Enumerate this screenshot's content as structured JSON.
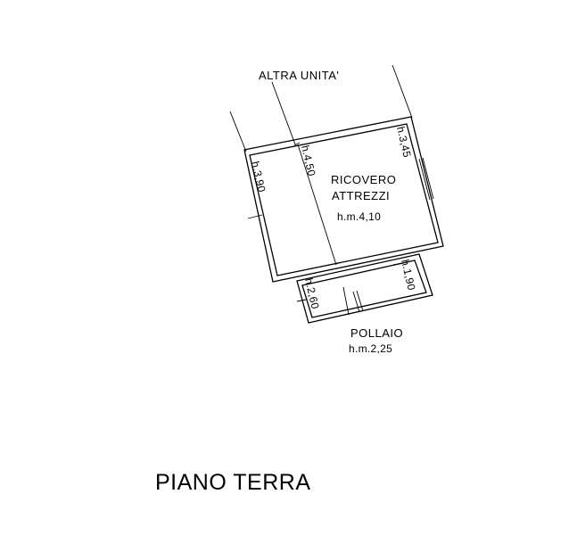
{
  "labels": {
    "neighbor_unit": "ALTRA UNITA'",
    "storage_room_name_line1": "RICOVERO",
    "storage_room_name_line2": "ATTREZZI",
    "storage_room_height": "h.m.4,10",
    "coop_name": "POLLAIO",
    "coop_height": "h.m.2,25",
    "height_left_wall": "h.3,90",
    "height_ridge": "h.4,50",
    "height_right_wall": "h.3,45",
    "height_coop_right": "h.1,90",
    "height_coop_left": "h.2,60",
    "floor_title": "PIANO TERRA"
  }
}
